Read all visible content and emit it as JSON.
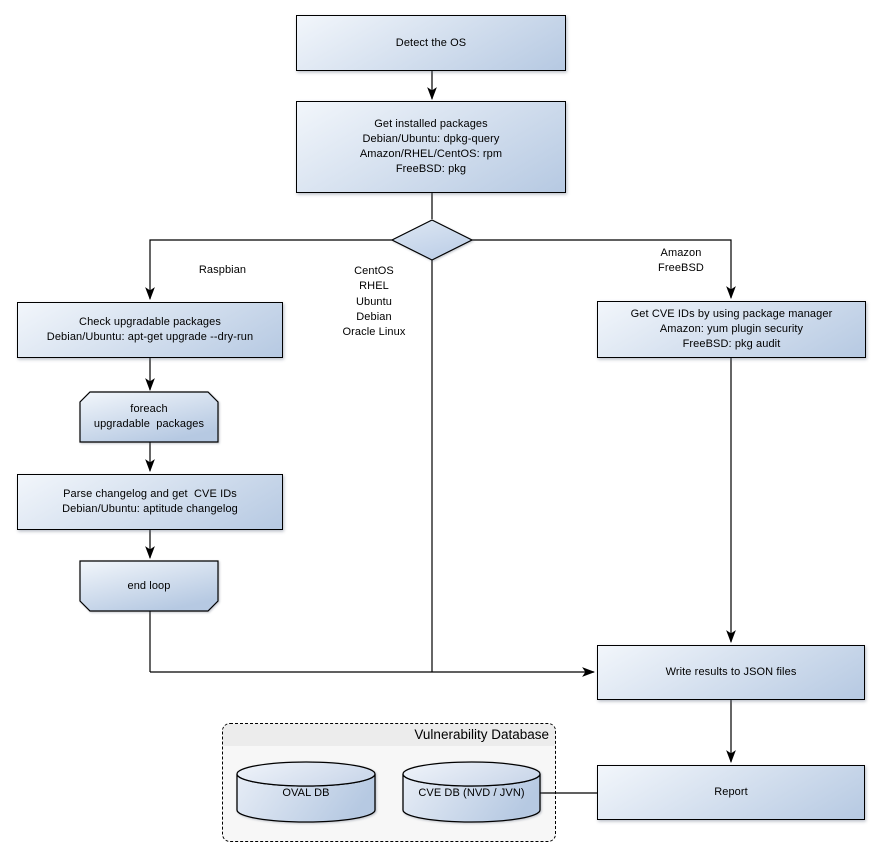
{
  "group": {
    "title": "Vulnerability Database"
  },
  "nodes": {
    "detect_os": "Detect the OS",
    "get_installed": "Get installed packages\nDebian/Ubuntu: dpkg-query\nAmazon/RHEL/CentOS: rpm\nFreeBSD: pkg",
    "check_upgradable": "Check upgradable packages\nDebian/Ubuntu: apt-get upgrade --dry-run",
    "foreach_loop": "foreach\nupgradable  packages",
    "parse_changelog": "Parse changelog and get  CVE IDs\nDebian/Ubuntu: aptitude changelog",
    "end_loop": "end loop",
    "get_cve_pkg_mgr": "Get CVE IDs by using package manager\nAmazon: yum plugin security\nFreeBSD: pkg audit",
    "write_json": "Write results to JSON files",
    "report": "Report",
    "oval_db": "OVAL DB",
    "cve_db": "CVE DB (NVD / JVN)"
  },
  "edge_labels": {
    "raspbian": "Raspbian",
    "os_group": "CentOS\nRHEL\nUbuntu\nDebian\nOracle Linux",
    "amazon_group": "Amazon\nFreeBSD"
  },
  "edges": [
    "detect_os -> get_installed",
    "get_installed -> os_decision",
    "os_decision -> check_upgradable (Raspbian)",
    "os_decision -> write_json (CentOS/RHEL/Ubuntu/Debian/Oracle Linux)",
    "os_decision -> get_cve_pkg_mgr (Amazon/FreeBSD)",
    "check_upgradable -> foreach_loop",
    "foreach_loop -> parse_changelog",
    "parse_changelog -> end_loop",
    "end_loop -> write_json",
    "get_cve_pkg_mgr -> write_json",
    "write_json -> report",
    "cve_db - report"
  ],
  "colors": {
    "line": "#000000",
    "node_border": "#000000",
    "node_grad_a": "#f2f6fb",
    "node_grad_b": "#b6c9e2",
    "diamond_grad_a": "#dde7f3",
    "diamond_grad_b": "#bfd0e8",
    "cyl_grad_a": "#e7edf6",
    "cyl_grad_b": "#b6c9e2",
    "cyl_top_a": "#f0f4fa",
    "cyl_top_b": "#cdd9eb",
    "container_fill": "#f7f7f7",
    "container_header": "#ececec",
    "text": "#000000"
  }
}
